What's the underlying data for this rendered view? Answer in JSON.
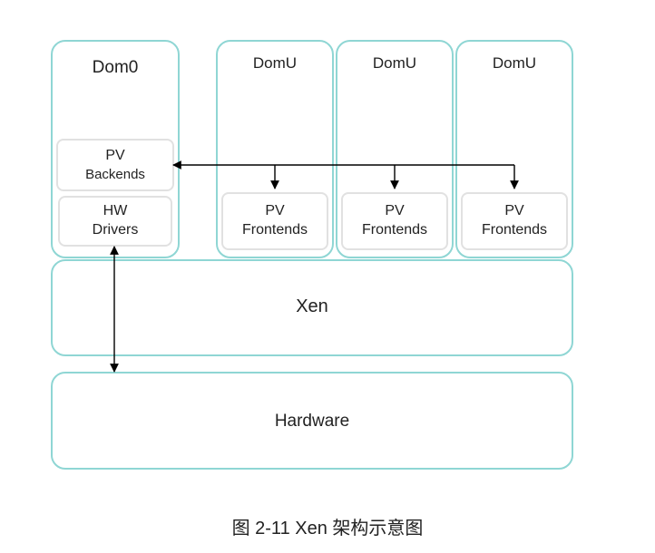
{
  "dom0": {
    "title": "Dom0",
    "backends_line1": "PV",
    "backends_line2": "Backends",
    "drivers_line1": "HW",
    "drivers_line2": "Drivers"
  },
  "domu": [
    {
      "title": "DomU",
      "frontends_line1": "PV",
      "frontends_line2": "Frontends"
    },
    {
      "title": "DomU",
      "frontends_line1": "PV",
      "frontends_line2": "Frontends"
    },
    {
      "title": "DomU",
      "frontends_line1": "PV",
      "frontends_line2": "Frontends"
    }
  ],
  "xen": {
    "label": "Xen"
  },
  "hardware": {
    "label": "Hardware"
  },
  "caption": "图 2-11 Xen 架构示意图",
  "colors": {
    "outer_border": "#8fd6d4",
    "inner_border": "#e1e1e1",
    "arrow": "#000000"
  }
}
